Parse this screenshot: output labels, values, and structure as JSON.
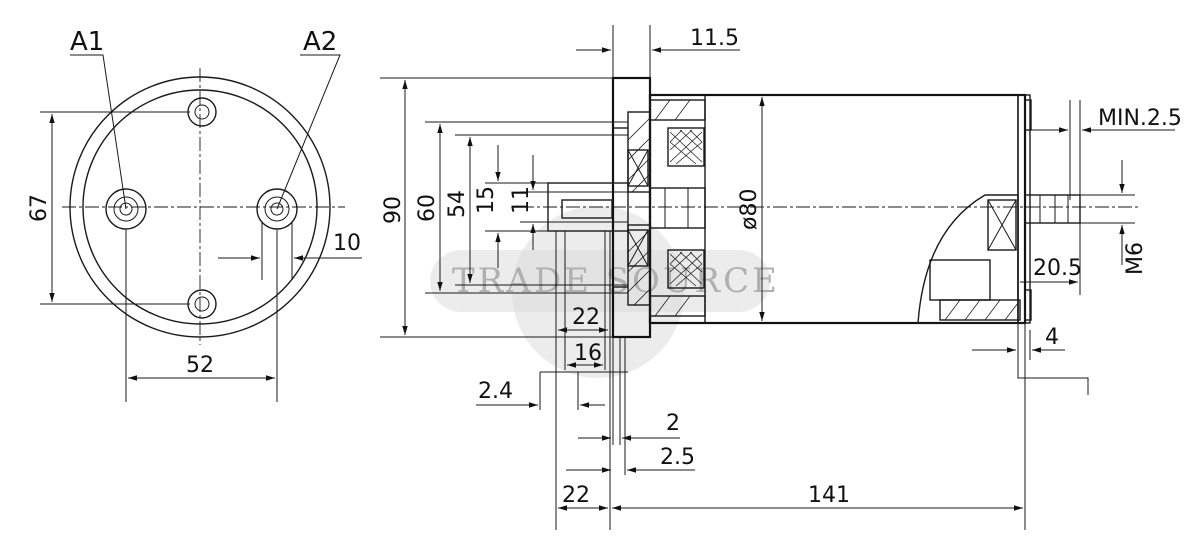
{
  "watermark": {
    "text": "TRADE SOURCE"
  },
  "front_view": {
    "label_a1": "A1",
    "label_a2": "A2",
    "dim_height": "67",
    "dim_width": "52",
    "dim_offset": "10"
  },
  "side_view": {
    "dim_flange_thickness": "11.5",
    "dim_flange_dia": "90",
    "dim_60": "60",
    "dim_54": "54",
    "dim_15": "15",
    "dim_11": "11",
    "dim_body_dia": "ø80",
    "dim_min": "MIN.2.5",
    "dim_thread": "M6",
    "dim_terminal": "20.5",
    "dim_4": "4",
    "dim_22_top": "22",
    "dim_16": "16",
    "dim_2_4": "2.4",
    "dim_2": "2",
    "dim_2_5": "2.5",
    "dim_22_bottom": "22",
    "dim_length": "141"
  },
  "colors": {
    "line": "#1a1a1a",
    "watermark": "#b0b0b0",
    "background": "#ffffff"
  }
}
